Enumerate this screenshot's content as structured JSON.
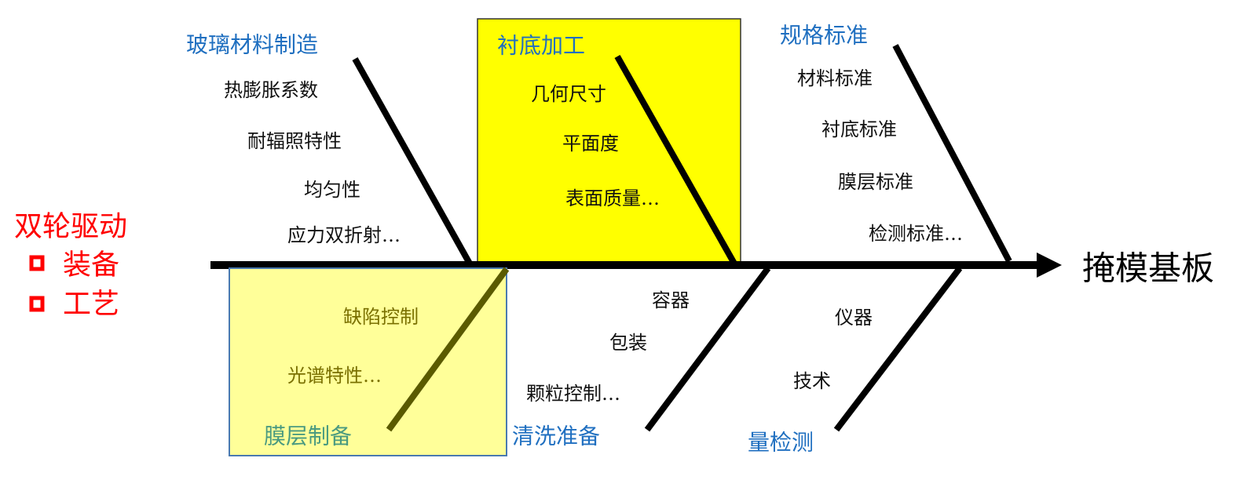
{
  "effect": "掩模基板",
  "drivers": {
    "title": "双轮驱动",
    "items": [
      "装备",
      "工艺"
    ]
  },
  "colors": {
    "highlight": "#ffff00",
    "highlight_light": "#ffff99",
    "heading": "#1f6fc0",
    "driver": "#ff0000"
  },
  "categories": {
    "glass": {
      "title": "玻璃材料制造",
      "items": [
        "热膨胀系数",
        "耐辐照特性",
        "均匀性",
        "应力双折射…"
      ]
    },
    "substrate": {
      "title": "衬底加工",
      "items": [
        "几何尺寸",
        "平面度",
        "表面质量…"
      ]
    },
    "spec": {
      "title": "规格标准",
      "items": [
        "材料标准",
        "衬底标准",
        "膜层标准",
        "检测标准…"
      ]
    },
    "film": {
      "title": "膜层制备",
      "items": [
        "缺陷控制",
        "光谱特性…"
      ]
    },
    "cleaning": {
      "title": "清洗准备",
      "items": [
        "容器",
        "包装",
        "颗粒控制…"
      ]
    },
    "metrology": {
      "title": "量检测",
      "items": [
        "仪器",
        "技术"
      ]
    }
  }
}
